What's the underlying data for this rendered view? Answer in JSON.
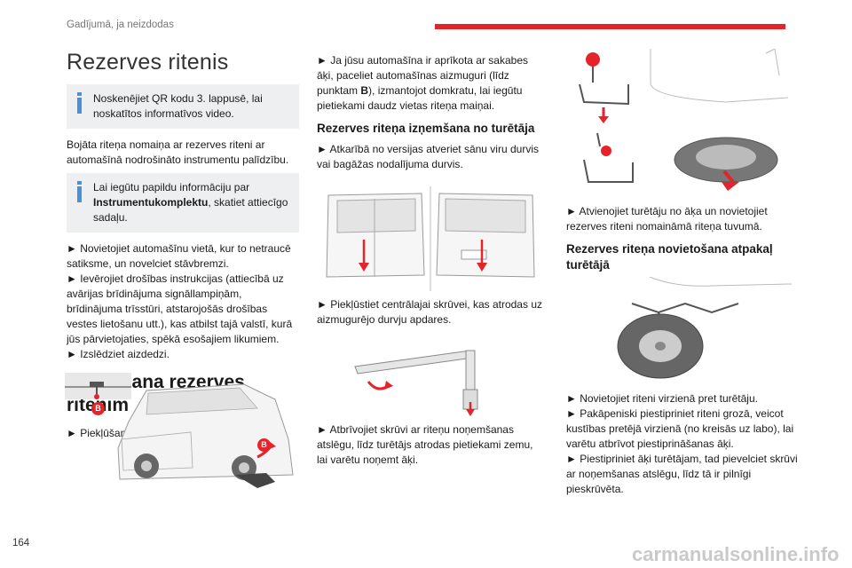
{
  "header": {
    "chapter": "Gadījumā, ja neizdodas",
    "page_number": "164"
  },
  "col1": {
    "title": "Rezerves ritenis",
    "info1": "Noskenējiet QR kodu 3. lappusē, lai noskatītos informatīvos video.",
    "para1": "Bojāta riteņa nomaiņa ar rezerves riteni ar automašīnā nodrošināto instrumentu palīdzību.",
    "info2_pre": "Lai iegūtu papildu informāciju par ",
    "info2_bold": "Instrumentukomplektu",
    "info2_post": ", skatiet attiecīgo sadaļu.",
    "step1": "► Novietojiet automašīnu vietā, kur to netraucē satiksme, un novelciet stāvbremzi.",
    "step2": "► Ievērojiet drošības instrukcijas (attiecībā uz avārijas brīdinājuma signāllampiņām, brīdinājuma trīsstūri, atstarojošās drošības vestes lietošanu utt.), kas atbilst tajā valstī, kurā jūs pārvietojaties, spēkā esošajiem likumiem.",
    "step3": "► Izslēdziet aizdedzi.",
    "heading2": "Piekļūšana rezerves ritenim",
    "step4": "► Piekļūšana rezerves ritenim no aizmugures.",
    "label_b1": "B",
    "label_b2": "B"
  },
  "col2": {
    "step1_pre": "► Ja jūsu automašīna ir aprīkota ar sakabes āķi, paceliet automašīnas aizmuguri (līdz punktam ",
    "step1_bold": "B",
    "step1_post": "), izmantojot domkratu, lai iegūtu pietiekami daudz vietas riteņa maiņai.",
    "heading": "Rezerves riteņa izņemšana no turētāja",
    "step2": "► Atkarībā no versijas atveriet sānu viru durvis vai bagāžas nodalījuma durvis.",
    "step3": "► Piekļūstiet centrālajai skrūvei, kas atrodas uz aizmugurējo durvju apdares.",
    "step4": "► Atbrīvojiet skrūvi ar riteņu noņemšanas atslēgu, līdz turētājs atrodas pietiekami zemu, lai varētu noņemt āķi."
  },
  "col3": {
    "step1": "► Atvienojiet turētāju no āķa un novietojiet rezerves riteni nomaināmā riteņa tuvumā.",
    "heading": "Rezerves riteņa novietošana atpakaļ turētājā",
    "step2": "► Novietojiet riteni virzienā pret turētāju.",
    "step3": "► Pakāpeniski piestipriniet riteni grozā, veicot kustības pretējā virzienā (no kreisās uz labo), lai varētu atbrīvot piestiprināšanas āķi.",
    "step4": "► Piestipriniet āķi turētājam, tad pievelciet skrūvi ar noņemšanas atslēgu, līdz tā ir pilnīgi pieskrūvēta."
  },
  "watermark": "carmanualsonline.info",
  "colors": {
    "accent_red": "#e4232a",
    "info_blue": "#4a90d9",
    "info_bg": "#eeeff1"
  }
}
